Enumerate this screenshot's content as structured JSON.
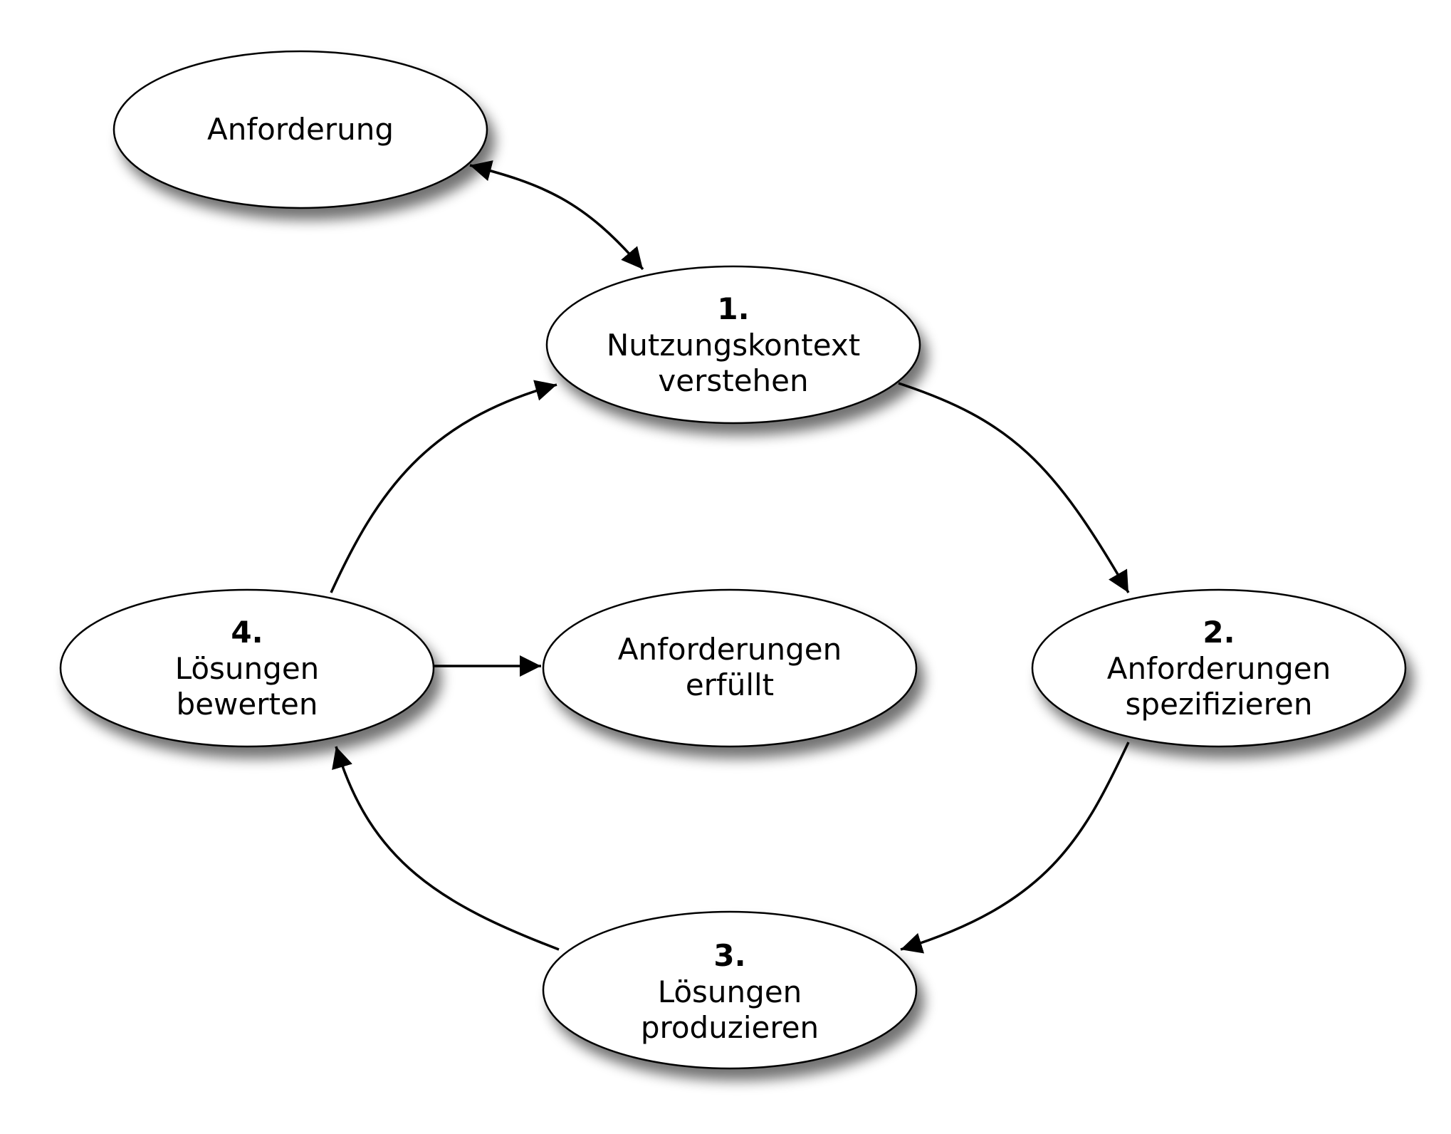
{
  "diagram": {
    "nodes": {
      "anforderung": {
        "lines": [
          "Anforderung"
        ]
      },
      "step1": {
        "number": "1.",
        "lines": [
          "Nutzungskontext",
          "verstehen"
        ]
      },
      "step2": {
        "number": "2.",
        "lines": [
          "Anforderungen",
          "spezifizieren"
        ]
      },
      "step3": {
        "number": "3.",
        "lines": [
          "Lösungen",
          "produzieren"
        ]
      },
      "step4": {
        "number": "4.",
        "lines": [
          "Lösungen",
          "bewerten"
        ]
      },
      "erfuellt": {
        "lines": [
          "Anforderungen",
          "erfüllt"
        ]
      }
    },
    "edges": [
      {
        "from": "anforderung",
        "to": "step1",
        "direction": "both"
      },
      {
        "from": "step1",
        "to": "step2",
        "direction": "forward"
      },
      {
        "from": "step2",
        "to": "step3",
        "direction": "forward"
      },
      {
        "from": "step3",
        "to": "step4",
        "direction": "forward"
      },
      {
        "from": "step4",
        "to": "step1",
        "direction": "forward"
      },
      {
        "from": "step4",
        "to": "erfuellt",
        "direction": "forward"
      }
    ]
  }
}
